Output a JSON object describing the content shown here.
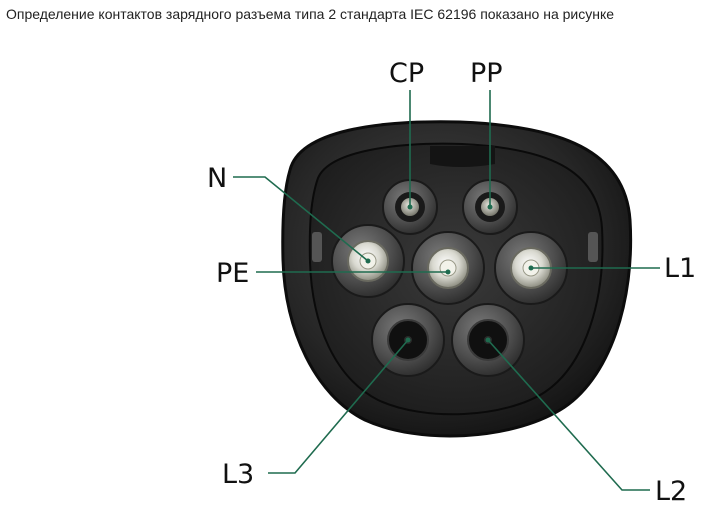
{
  "caption": "Определение контактов зарядного разъема типа 2 стандарта IEC 62196 показано на рисунке",
  "connector": {
    "pins": [
      {
        "id": "cp",
        "label": "CP"
      },
      {
        "id": "pp",
        "label": "PP"
      },
      {
        "id": "n",
        "label": "N"
      },
      {
        "id": "pe",
        "label": "PE"
      },
      {
        "id": "l1",
        "label": "L1"
      },
      {
        "id": "l3",
        "label": "L3"
      },
      {
        "id": "l2",
        "label": "L2"
      }
    ],
    "leader_color": "#1f6b4f"
  }
}
